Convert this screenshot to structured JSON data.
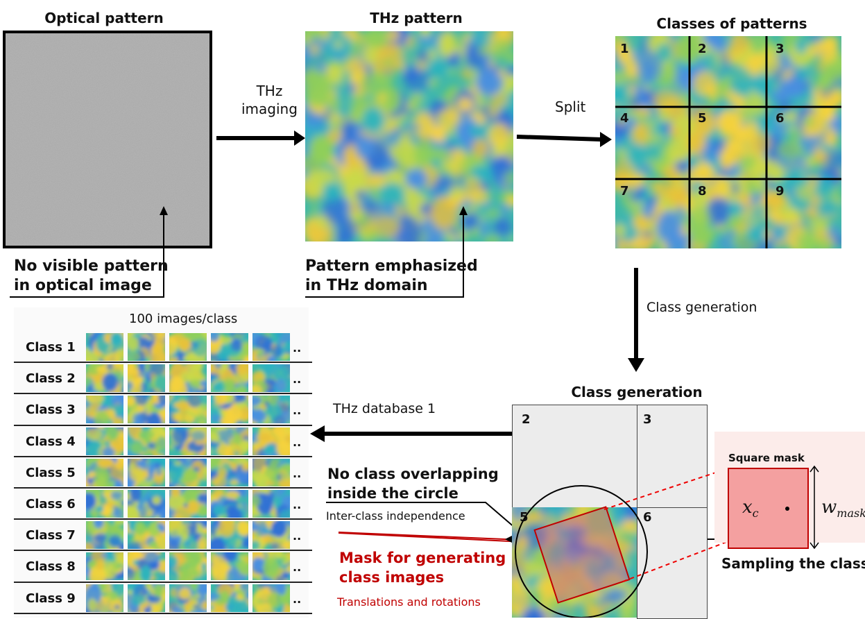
{
  "panels": {
    "optical_title": "Optical pattern",
    "thz_title": "THz pattern",
    "classes_title": "Classes of patterns",
    "class_generation_title": "Class generation"
  },
  "arrows": {
    "thz_imaging": [
      "THz",
      "imaging"
    ],
    "split": "Split",
    "class_generation": "Class generation",
    "database": "THz database 1"
  },
  "notes": {
    "optical": [
      "No visible pattern",
      "in optical image"
    ],
    "thz": [
      "Pattern emphasized",
      "in THz domain"
    ],
    "overlap": [
      "No class overlapping",
      "inside the circle"
    ],
    "overlap_sub": "Inter-class independence",
    "mask": [
      "Mask for generating",
      "class images"
    ],
    "mask_sub": "Translations and rotations",
    "sampling": "Sampling the class"
  },
  "grid_numbers": [
    "1",
    "2",
    "3",
    "4",
    "5",
    "6",
    "7",
    "8",
    "9"
  ],
  "generation_cells": [
    "2",
    "3",
    "5",
    "6"
  ],
  "square_mask": {
    "title": "Square mask",
    "center_label": "x",
    "center_sub": "c",
    "width_label": "w",
    "width_sub": "mask"
  },
  "database": {
    "header": "100 images/class",
    "classes": [
      "Class 1",
      "Class 2",
      "Class 3",
      "Class 4",
      "Class 5",
      "Class 6",
      "Class 7",
      "Class 8",
      "Class 9"
    ],
    "ellipsis": ".."
  },
  "colors": {
    "arrow": "#000000",
    "mask_red": "#c00000",
    "mask_fill": "#f4a0a0",
    "mask_bg": "#fdf0ee",
    "optical_gray": "#a9a9a9",
    "thz_base": "#3fb8a8",
    "thz_yellow": "#f5d23c",
    "thz_blue": "#2f6fd6"
  }
}
